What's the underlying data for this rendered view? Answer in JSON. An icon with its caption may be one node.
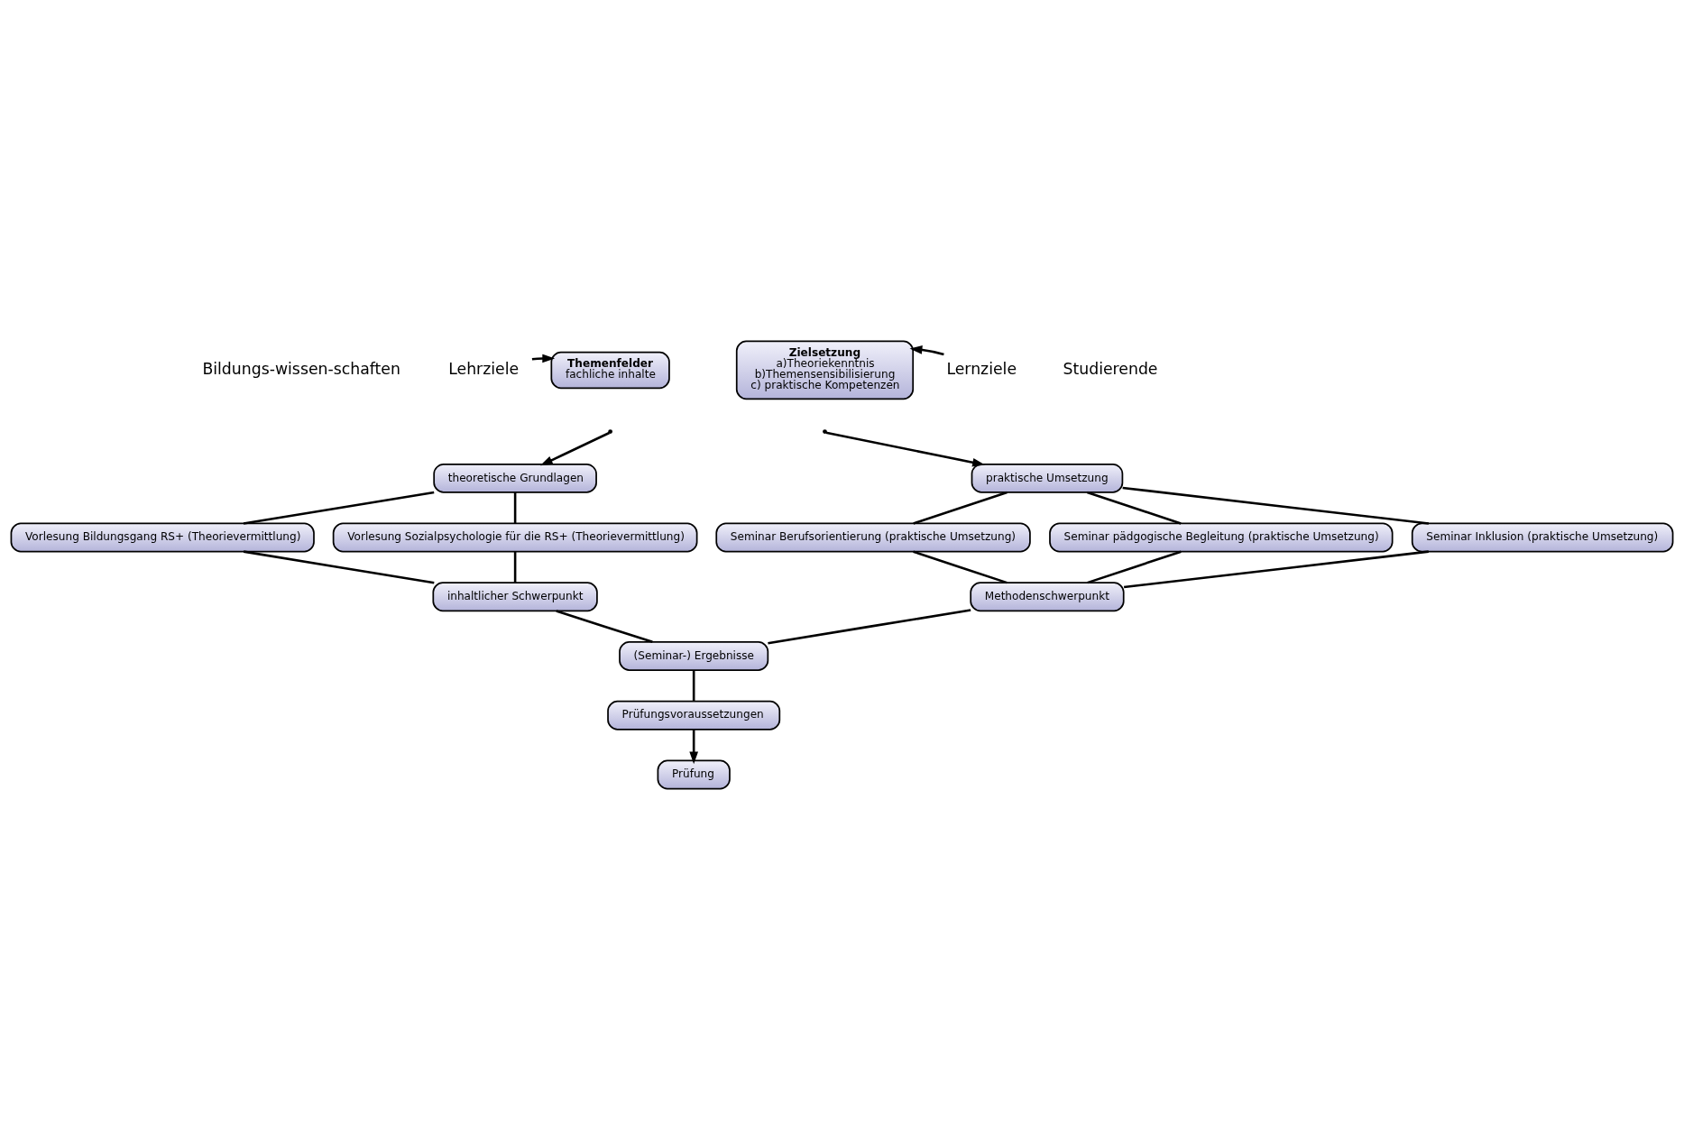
{
  "diagram": {
    "nodes": [
      {
        "text": [
          "Lehrziele"
        ]
      },
      {
        "text": [
          "Themenfelder",
          "fachliche inhalte"
        ]
      },
      {
        "text": [
          "Zielsetzung",
          "a)Theoriekenntnis",
          "b)Themensensibilisierung",
          "c) praktische Kompetenzen"
        ]
      },
      {
        "text": [
          "Lernziele"
        ]
      },
      {
        "text": [
          "theoretische Grundlagen"
        ]
      },
      {
        "text": [
          "praktische Umsetzung"
        ]
      },
      {
        "text": [
          "Vorlesung Bildungsgang RS+ (Theorievermittlung)"
        ]
      },
      {
        "text": [
          "Vorlesung Sozialpsychologie für die RS+ (Theorievermittlung)"
        ]
      },
      {
        "text": [
          "Seminar Berufsorientierung (praktische Umsetzung)"
        ]
      },
      {
        "text": [
          "Seminar pädgogische Begleitung (praktische Umsetzung)"
        ]
      },
      {
        "text": [
          "Seminar Inklusion (praktische Umsetzung)"
        ]
      },
      {
        "text": [
          "inhaltlicher Schwerpunkt"
        ]
      },
      {
        "text": [
          "Methodenschwerpunkt"
        ]
      },
      {
        "text": [
          "(Seminar-) Ergebnisse"
        ]
      },
      {
        "text": [
          "Prüfungsvoraussetzungen"
        ]
      },
      {
        "text": [
          "Prüfung"
        ]
      }
    ],
    "edges": [
      {
        "from": 0,
        "to": 1,
        "arrow": "to"
      },
      {
        "from": 3,
        "to": 2,
        "arrow": "to"
      },
      {
        "from": null,
        "to": 4,
        "arrow": "to"
      },
      {
        "from": null,
        "to": 5,
        "arrow": "to"
      },
      {
        "from": 4,
        "to": 6,
        "arrow": "none"
      },
      {
        "from": 4,
        "to": 7,
        "arrow": "none"
      },
      {
        "from": 5,
        "to": 8,
        "arrow": "none"
      },
      {
        "from": 5,
        "to": 9,
        "arrow": "none"
      },
      {
        "from": 5,
        "to": 10,
        "arrow": "none"
      },
      {
        "from": 6,
        "to": 11,
        "arrow": "none"
      },
      {
        "from": 7,
        "to": 11,
        "arrow": "none"
      },
      {
        "from": 8,
        "to": 12,
        "arrow": "none"
      },
      {
        "from": 9,
        "to": 12,
        "arrow": "none"
      },
      {
        "from": 10,
        "to": 12,
        "arrow": "none"
      },
      {
        "from": 11,
        "to": 13,
        "arrow": "none"
      },
      {
        "from": 12,
        "to": 13,
        "arrow": "none"
      },
      {
        "from": 13,
        "to": 14,
        "arrow": "none"
      },
      {
        "from": 14,
        "to": 15,
        "arrow": "to"
      }
    ],
    "labels": [
      "Bildungs-wissen-schaften",
      "Studierende"
    ]
  }
}
